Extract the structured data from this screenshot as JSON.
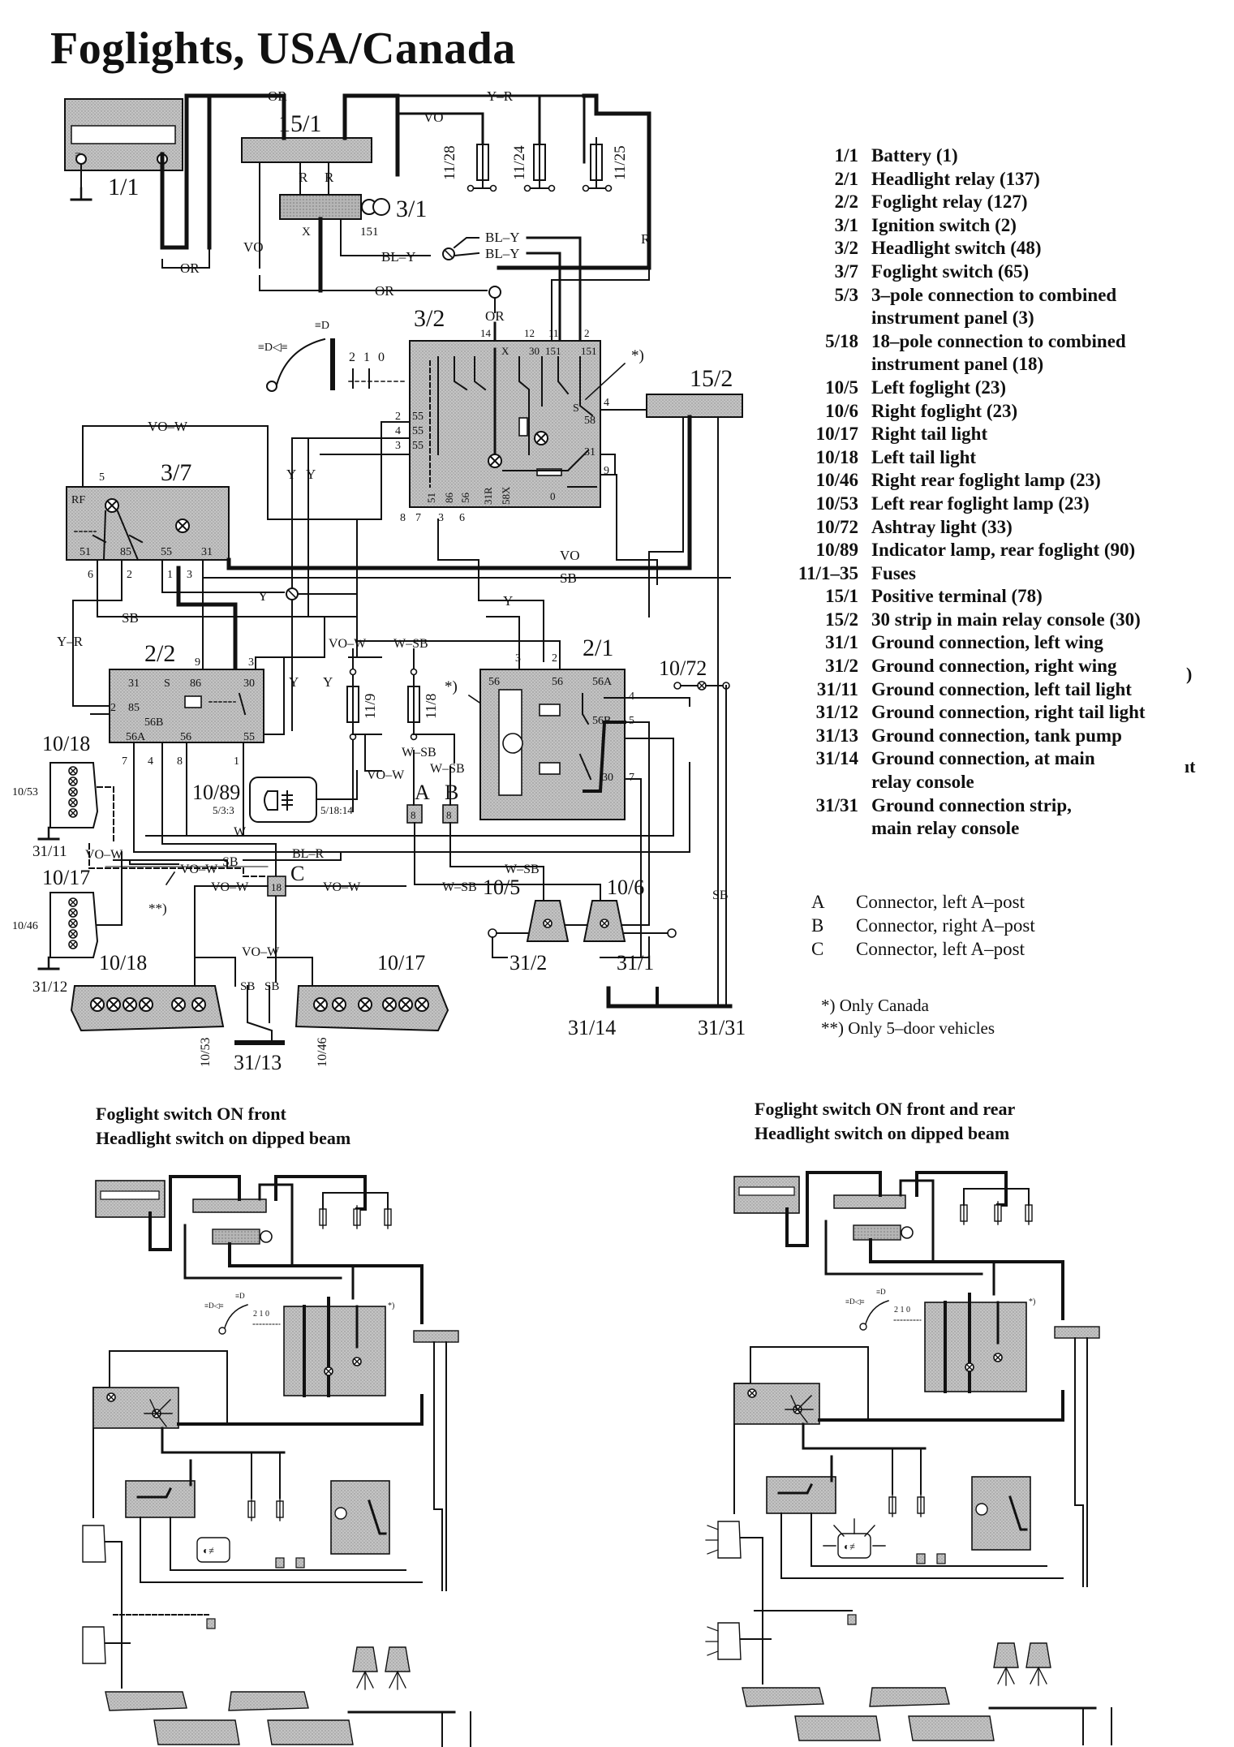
{
  "title": "Foglights, USA/Canada",
  "legend": [
    {
      "code": "1/1",
      "desc": "Battery (1)"
    },
    {
      "code": "2/1",
      "desc": "Headlight relay (137)"
    },
    {
      "code": "2/2",
      "desc": "Foglight relay (127)"
    },
    {
      "code": "3/1",
      "desc": "Ignition switch (2)"
    },
    {
      "code": "3/2",
      "desc": "Headlight switch (48)"
    },
    {
      "code": "3/7",
      "desc": "Foglight switch (65)"
    },
    {
      "code": "5/3",
      "desc": "3–pole connection to combined"
    },
    {
      "code": "",
      "desc": "instrument panel (3)"
    },
    {
      "code": "5/18",
      "desc": "18–pole connection to combined"
    },
    {
      "code": "",
      "desc": "instrument panel (18)"
    },
    {
      "code": "10/5",
      "desc": "Left foglight (23)"
    },
    {
      "code": "10/6",
      "desc": "Right foglight (23)"
    },
    {
      "code": "10/17",
      "desc": "Right tail light"
    },
    {
      "code": "10/18",
      "desc": "Left tail light"
    },
    {
      "code": "10/46",
      "desc": "Right rear foglight lamp (23)"
    },
    {
      "code": "10/53",
      "desc": "Left rear foglight lamp (23)"
    },
    {
      "code": "10/72",
      "desc": "Ashtray light (33)"
    },
    {
      "code": "10/89",
      "desc": "Indicator lamp, rear foglight (90)"
    },
    {
      "code": "11/1–35",
      "desc": "Fuses"
    },
    {
      "code": "15/1",
      "desc": "Positive terminal (78)"
    },
    {
      "code": "15/2",
      "desc": "30 strip in main relay console (30)"
    },
    {
      "code": "31/1",
      "desc": "Ground connection, left wing"
    },
    {
      "code": "31/2",
      "desc": "Ground connection, right wing"
    },
    {
      "code": "31/11",
      "desc": "Ground connection, left tail light"
    },
    {
      "code": "31/12",
      "desc": "Ground connection, right tail light"
    },
    {
      "code": "31/13",
      "desc": "Ground connection, tank pump"
    },
    {
      "code": "31/14",
      "desc": "Ground connection, at main"
    },
    {
      "code": "",
      "desc": "relay console"
    },
    {
      "code": "31/31",
      "desc": "Ground connection strip,"
    },
    {
      "code": "",
      "desc": "main relay console"
    }
  ],
  "connectors": [
    {
      "code": "A",
      "desc": "Connector, left A–post"
    },
    {
      "code": "B",
      "desc": "Connector, right A–post"
    },
    {
      "code": "C",
      "desc": "Connector, left A–post"
    }
  ],
  "notes": [
    "*)  Only Canada",
    "**)  Only 5–door vehicles"
  ],
  "captions": {
    "left": [
      "Foglight switch ON front",
      "Headlight switch on dipped beam"
    ],
    "right": [
      "Foglight switch ON front and rear",
      "Headlight switch on dipped beam"
    ]
  },
  "stray": [
    ")",
    "ıt"
  ],
  "components": {
    "c1_1": "1/1",
    "c15_1": "15/1",
    "c3_1": "3/1",
    "c3_2": "3/2",
    "c15_2": "15/2",
    "c3_7": "3/7",
    "c2_2": "2/2",
    "c2_1": "2/1",
    "c10_72": "10/72",
    "c10_18a": "10/18",
    "c10_17a": "10/17",
    "c10_89": "10/89",
    "c10_5": "10/5",
    "c10_6": "10/6",
    "c31_2": "31/2",
    "c31_1": "31/1",
    "c31_14": "31/14",
    "c31_31": "31/31",
    "c10_18b": "10/18",
    "c10_17b": "10/17",
    "c31_13": "31/13",
    "c31_11": "31/11",
    "c31_12": "31/12",
    "c10_53a": "10/53",
    "c10_46a": "10/46",
    "c10_53b": "10/53",
    "c10_46b": "10/46",
    "cA": "A",
    "cB": "B",
    "cC": "C",
    "f11_28": "11/28",
    "f11_24": "11/24",
    "f11_25": "11/25",
    "f11_9": "11/9",
    "f11_8": "11/8",
    "p5_3": "5/3:3",
    "p5_18": "5/18:14",
    "star1": "*)",
    "star2": "*)",
    "star3": "**)"
  },
  "wire_labels": {
    "or1": "OR",
    "yr1": "Y–R",
    "vo1": "VO",
    "or2": "OR",
    "r1": "R",
    "r2": "R",
    "vo2": "VO",
    "r3": "R",
    "x1": "X",
    "p151": "151",
    "bly1": "BL–Y",
    "bly2": "BL–Y",
    "bly3": "BL–Y",
    "or3": "OR",
    "or4": "OR",
    "vow1": "VO–W",
    "y1": "Y",
    "y2": "Y",
    "vo3": "VO",
    "sb1": "SB",
    "y3": "Y",
    "y4": "Y",
    "sb2": "SB",
    "yr2": "Y–R",
    "vow2": "VO–W",
    "wsb1": "W–SB",
    "y5": "Y",
    "y6": "Y",
    "vow3": "VO–W",
    "wsb2": "W–SB",
    "wsb3": "W–SB",
    "w1": "W",
    "blr1": "BL–R",
    "sb3": "SB",
    "vow4": "VO–W",
    "vow5": "VO–W",
    "vow6": "VO–W",
    "vow7": "VO–W",
    "wsb4": "W–SB",
    "wsb5": "W–SB",
    "sb4": "SB",
    "vow8": "VO–W",
    "sb5": "SB",
    "sb6": "SB"
  },
  "pins": {
    "s3_2_top": [
      "14",
      "X",
      "30",
      "12",
      "11",
      "2"
    ],
    "s3_2_top2": [
      "151",
      "151"
    ],
    "s3_2_left": [
      "2",
      "4",
      "3"
    ],
    "s3_2_left2": [
      "55",
      "55",
      "55"
    ],
    "s3_2_right": [
      "4",
      "58",
      "31",
      "9"
    ],
    "s3_2_bot": [
      "8",
      "7",
      "3",
      "6"
    ],
    "s3_2_bot2": [
      "51",
      "86",
      "56",
      "31R",
      "58X",
      "0"
    ],
    "s3_7": [
      "RF",
      "5",
      "51",
      "85",
      "55",
      "31",
      "6",
      "2",
      "1",
      "3"
    ],
    "s2_2": [
      "9",
      "3",
      "31",
      "S",
      "86",
      "30",
      "85",
      "2",
      "56B",
      "56A",
      "56",
      "55",
      "7",
      "4",
      "8",
      "1"
    ],
    "s2_1": [
      "3",
      "2",
      "56",
      "56",
      "56A",
      "4",
      "56B",
      "5",
      "30",
      "7"
    ],
    "hsw": [
      "2",
      "1",
      "0"
    ],
    "s3_2_s": "S"
  }
}
